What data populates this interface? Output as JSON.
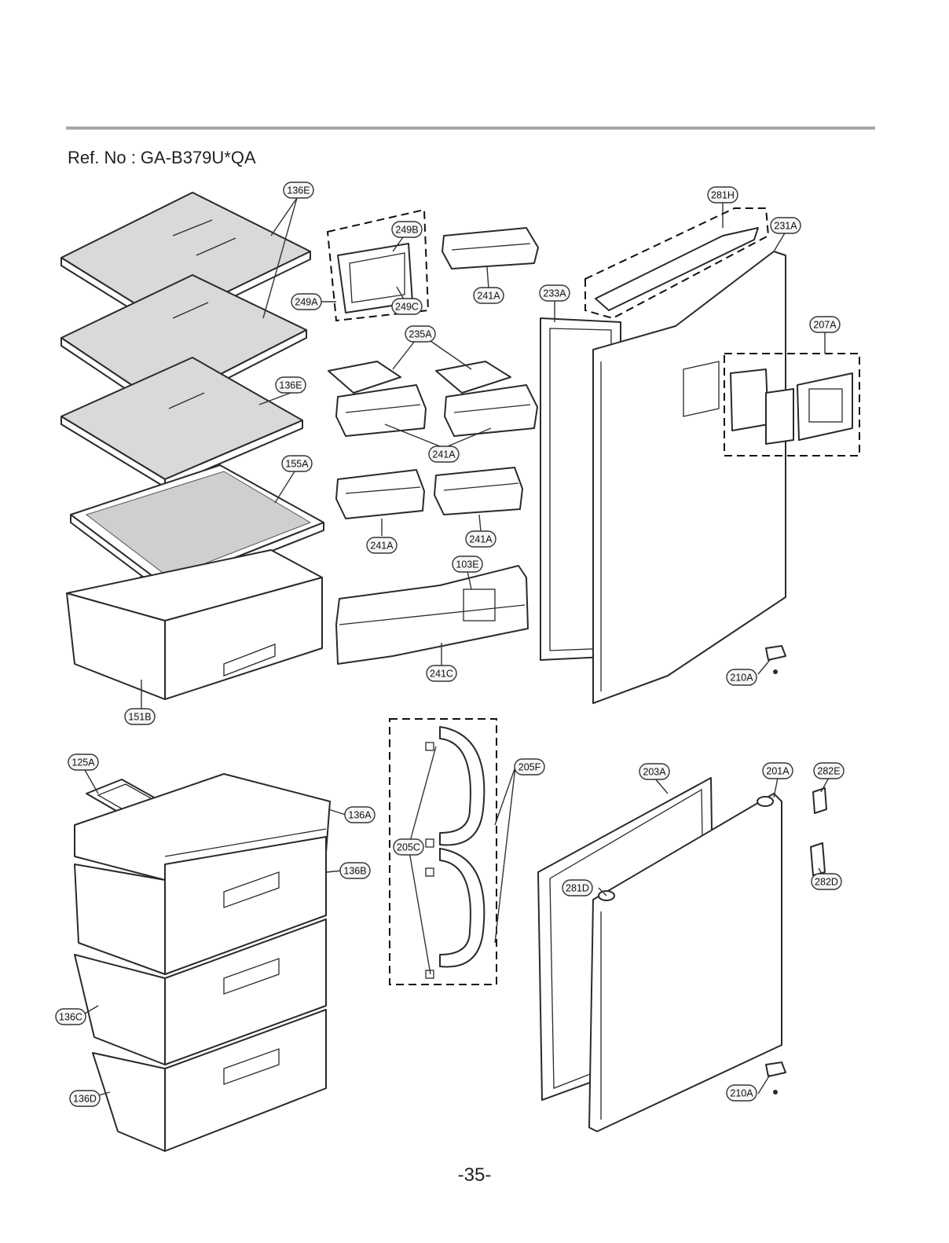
{
  "header": {
    "ref_label": "Ref. No : GA-B379U*QA"
  },
  "footer": {
    "page_number": "-35-"
  },
  "callouts": [
    {
      "id": "136E-a",
      "label": "136E"
    },
    {
      "id": "136E-b",
      "label": "136E"
    },
    {
      "id": "249B",
      "label": "249B"
    },
    {
      "id": "249A",
      "label": "249A"
    },
    {
      "id": "249C",
      "label": "249C"
    },
    {
      "id": "241A-a",
      "label": "241A"
    },
    {
      "id": "281H",
      "label": "281H"
    },
    {
      "id": "231A",
      "label": "231A"
    },
    {
      "id": "233A",
      "label": "233A"
    },
    {
      "id": "235A",
      "label": "235A"
    },
    {
      "id": "207A",
      "label": "207A"
    },
    {
      "id": "241A-b",
      "label": "241A"
    },
    {
      "id": "155A",
      "label": "155A"
    },
    {
      "id": "241A-c",
      "label": "241A"
    },
    {
      "id": "241A-d",
      "label": "241A"
    },
    {
      "id": "103E",
      "label": "103E"
    },
    {
      "id": "241C",
      "label": "241C"
    },
    {
      "id": "210A-a",
      "label": "210A"
    },
    {
      "id": "151B",
      "label": "151B"
    },
    {
      "id": "125A",
      "label": "125A"
    },
    {
      "id": "205F",
      "label": "205F"
    },
    {
      "id": "203A",
      "label": "203A"
    },
    {
      "id": "201A",
      "label": "201A"
    },
    {
      "id": "282E",
      "label": "282E"
    },
    {
      "id": "136A",
      "label": "136A"
    },
    {
      "id": "205C",
      "label": "205C"
    },
    {
      "id": "136B",
      "label": "136B"
    },
    {
      "id": "281D",
      "label": "281D"
    },
    {
      "id": "282D",
      "label": "282D"
    },
    {
      "id": "136C",
      "label": "136C"
    },
    {
      "id": "136D",
      "label": "136D"
    },
    {
      "id": "210A-b",
      "label": "210A"
    }
  ]
}
